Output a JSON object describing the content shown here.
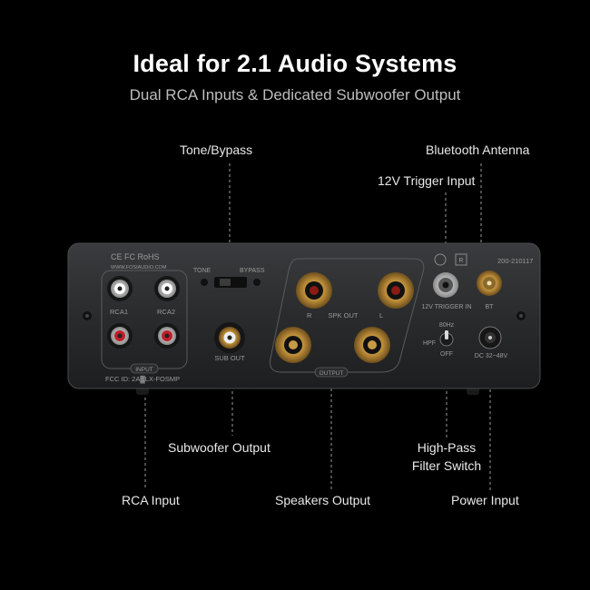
{
  "header": {
    "title": "Ideal for 2.1 Audio Systems",
    "subtitle": "Dual RCA Inputs & Dedicated Subwoofer Output"
  },
  "callouts": {
    "tone_bypass": "Tone/Bypass",
    "bluetooth_antenna": "Bluetooth Antenna",
    "trigger_input": "12V Trigger Input",
    "subwoofer_output": "Subwoofer Output",
    "rca_input": "RCA Input",
    "speakers_output": "Speakers Output",
    "high_pass_line1": "High-Pass",
    "high_pass_line2": "Filter Switch",
    "power_input": "Power Input"
  },
  "panel": {
    "cert": "CE FC RoHS",
    "website": "WWW.FOSIAUDIO.COM",
    "rca1": "RCA1",
    "rca2": "RCA2",
    "input": "INPUT",
    "fcc": "FCC ID:  2A▓LX-FOSMP",
    "tone": "TONE",
    "bypass": "BYPASS",
    "sub_out": "SUB OUT",
    "spk_r": "R",
    "spk_out": "SPK OUT",
    "spk_l": "L",
    "output": "OUTPUT",
    "serial": "200-210117",
    "r_mark": "R",
    "trigger_in": "12V TRIGGER IN",
    "bt": "BT",
    "hpf": "HPF",
    "hz": "80Hz",
    "off": "OFF",
    "dc": "DC 32~48V"
  },
  "colors": {
    "background": "#000000",
    "panel": "#2b2c2e",
    "gold": "#c9a24a",
    "rca_red": "#c0202a"
  }
}
